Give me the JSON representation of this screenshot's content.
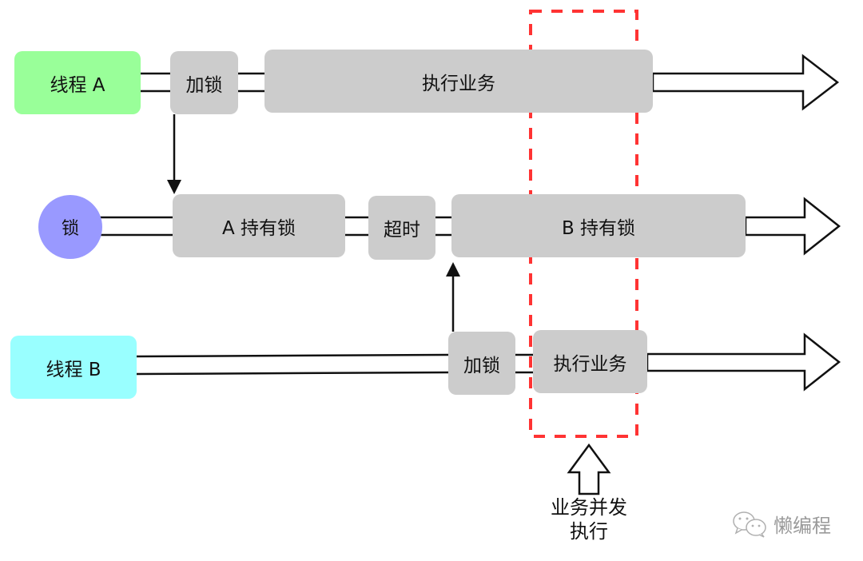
{
  "diagram": {
    "rows": {
      "thread_a": {
        "label": "线程 A",
        "color": "#99ff99",
        "steps": [
          {
            "label": "加锁"
          },
          {
            "label": "执行业务"
          }
        ]
      },
      "lock": {
        "label": "锁",
        "color": "#9999ff",
        "steps": [
          {
            "label": "A 持有锁"
          },
          {
            "label": "超时"
          },
          {
            "label": "B 持有锁"
          }
        ]
      },
      "thread_b": {
        "label": "线程 B",
        "color": "#99ffff",
        "steps": [
          {
            "label": "加锁"
          },
          {
            "label": "执行业务"
          }
        ]
      }
    },
    "step_color": "#cccccc",
    "highlight": {
      "color": "#ff3333",
      "style": "dashed",
      "annotation_line1": "业务并发",
      "annotation_line2": "执行"
    },
    "connectors": [
      {
        "from": "thread_a.加锁",
        "to": "lock.A 持有锁",
        "direction": "down"
      },
      {
        "from": "thread_b.加锁",
        "to": "lock.B 持有锁",
        "direction": "up"
      }
    ]
  },
  "watermark": {
    "icon": "wechat-icon",
    "text": "懒编程"
  }
}
